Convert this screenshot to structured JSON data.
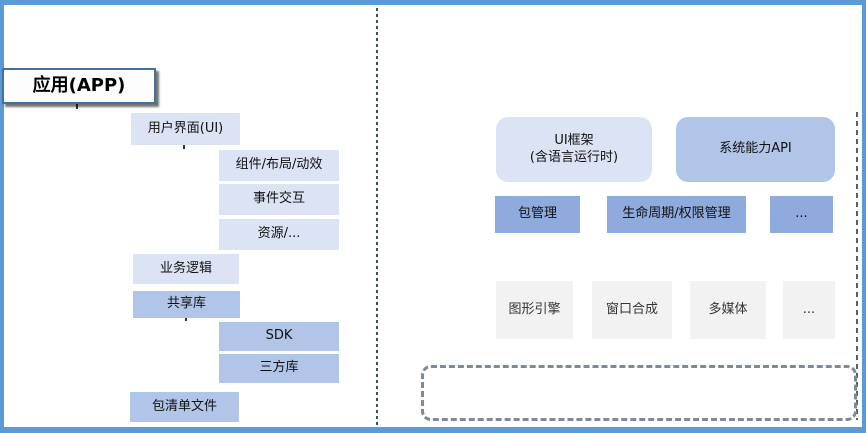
{
  "diagram": {
    "left": {
      "app": "应用(APP)",
      "user_interface": "用户界面(UI)",
      "component_layout_animation": "组件/布局/动效",
      "event_interaction": "事件交互",
      "resource": "资源/...",
      "business_logic": "业务逻辑",
      "shared_library": "共享库",
      "sdk": "SDK",
      "third_party_library": "三方库",
      "package_manifest": "包清单文件"
    },
    "right": {
      "ui_framework_line1": "UI框架",
      "ui_framework_line2": "(含语言运行时)",
      "system_capability_api": "系统能力API",
      "package_management": "包管理",
      "lifecycle_permission": "生命周期/权限管理",
      "system_more": "...",
      "graphics_engine": "图形引擎",
      "window_composition": "窗口合成",
      "multimedia": "多媒体",
      "services_more": "..."
    },
    "colors": {
      "frame_blue": "#5B9BD5",
      "light_blue": "#DBE3F5",
      "medium_blue": "#B1C5E8",
      "accent_blue": "#8FAADC",
      "light_gray": "#F2F2F2",
      "app_box_border": "#41719C",
      "center_divider": "#1F3C5F",
      "dashed_box_border": "#7E8A95"
    }
  }
}
